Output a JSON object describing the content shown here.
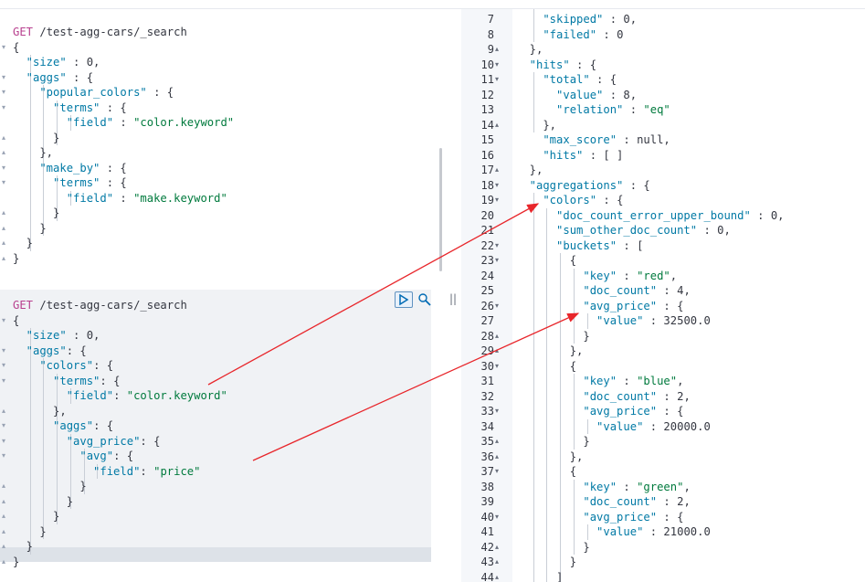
{
  "colors": {
    "key": "#0079a5",
    "string": "#007a3d",
    "method": "#b8418f",
    "punct": "#343741",
    "arrow": "#e8262b",
    "highlight": "#f0f2f5"
  },
  "icons": {
    "run": "play-icon",
    "settings": "wrench-icon",
    "divider": "resize-handle-icon"
  },
  "divider_label": "||",
  "editor": {
    "requests": [
      {
        "lines": [
          [
            [
              "m",
              "GET"
            ],
            [
              "p",
              " /test-agg-cars/_search"
            ]
          ],
          [
            [
              "p",
              "{"
            ]
          ],
          [
            [
              "k",
              "  \"size\""
            ],
            [
              "p",
              " : 0,"
            ]
          ],
          [
            [
              "k",
              "  \"aggs\""
            ],
            [
              "p",
              " : {"
            ]
          ],
          [
            [
              "k",
              "    \"popular_colors\""
            ],
            [
              "p",
              " : {"
            ]
          ],
          [
            [
              "k",
              "      \"terms\""
            ],
            [
              "p",
              " : {"
            ]
          ],
          [
            [
              "k",
              "        \"field\""
            ],
            [
              "p",
              " : "
            ],
            [
              "s",
              "\"color.keyword\""
            ]
          ],
          [
            [
              "p",
              "      }"
            ]
          ],
          [
            [
              "p",
              "    },"
            ]
          ],
          [
            [
              "k",
              "    \"make_by\""
            ],
            [
              "p",
              " : {"
            ]
          ],
          [
            [
              "k",
              "      \"terms\""
            ],
            [
              "p",
              " : {"
            ]
          ],
          [
            [
              "k",
              "        \"field\""
            ],
            [
              "p",
              " : "
            ],
            [
              "s",
              "\"make.keyword\""
            ]
          ],
          [
            [
              "p",
              "      }"
            ]
          ],
          [
            [
              "p",
              "    }"
            ]
          ],
          [
            [
              "p",
              "  }"
            ]
          ],
          [
            [
              "p",
              "}"
            ]
          ]
        ],
        "folds": [
          "",
          "▾",
          "",
          "▾",
          "▾",
          "▾",
          "",
          "▴",
          "▴",
          "▾",
          "▾",
          "",
          "▴",
          "▴",
          "▴",
          "▴"
        ]
      },
      {
        "lines": [
          [
            [
              "m",
              "GET"
            ],
            [
              "p",
              " /test-agg-cars/_search"
            ]
          ],
          [
            [
              "p",
              "{"
            ]
          ],
          [
            [
              "k",
              "  \"size\""
            ],
            [
              "p",
              " : 0,"
            ]
          ],
          [
            [
              "k",
              "  \"aggs\""
            ],
            [
              "p",
              ": {"
            ]
          ],
          [
            [
              "k",
              "    \"colors\""
            ],
            [
              "p",
              ": {"
            ]
          ],
          [
            [
              "k",
              "      \"terms\""
            ],
            [
              "p",
              ": {"
            ]
          ],
          [
            [
              "k",
              "        \"field\""
            ],
            [
              "p",
              ": "
            ],
            [
              "s",
              "\"color.keyword\""
            ]
          ],
          [
            [
              "p",
              "      },"
            ]
          ],
          [
            [
              "k",
              "      \"aggs\""
            ],
            [
              "p",
              ": {"
            ]
          ],
          [
            [
              "k",
              "        \"avg_price\""
            ],
            [
              "p",
              ": {"
            ]
          ],
          [
            [
              "k",
              "          \"avg\""
            ],
            [
              "p",
              ": {"
            ]
          ],
          [
            [
              "k",
              "            \"field\""
            ],
            [
              "p",
              ": "
            ],
            [
              "s",
              "\"price\""
            ]
          ],
          [
            [
              "p",
              "          }"
            ]
          ],
          [
            [
              "p",
              "        }"
            ]
          ],
          [
            [
              "p",
              "      }"
            ]
          ],
          [
            [
              "p",
              "    }"
            ]
          ],
          [
            [
              "p",
              "  }"
            ]
          ],
          [
            [
              "p",
              "}"
            ]
          ]
        ],
        "folds": [
          "",
          "▾",
          "",
          "▾",
          "▾",
          "▾",
          "",
          "▴",
          "▾",
          "▾",
          "▾",
          "",
          "▴",
          "▴",
          "▴",
          "▴",
          "▴",
          "▴"
        ]
      }
    ]
  },
  "response": {
    "lines": [
      {
        "n": "7",
        "f": "",
        "t": [
          [
            "k",
            "    \"skipped\""
          ],
          [
            "p",
            " : 0,"
          ]
        ]
      },
      {
        "n": "8",
        "f": "",
        "t": [
          [
            "k",
            "    \"failed\""
          ],
          [
            "p",
            " : 0"
          ]
        ]
      },
      {
        "n": "9",
        "f": "▴",
        "t": [
          [
            "p",
            "  },"
          ]
        ]
      },
      {
        "n": "10",
        "f": "▾",
        "t": [
          [
            "k",
            "  \"hits\""
          ],
          [
            "p",
            " : {"
          ]
        ]
      },
      {
        "n": "11",
        "f": "▾",
        "t": [
          [
            "k",
            "    \"total\""
          ],
          [
            "p",
            " : {"
          ]
        ]
      },
      {
        "n": "12",
        "f": "",
        "t": [
          [
            "k",
            "      \"value\""
          ],
          [
            "p",
            " : 8,"
          ]
        ]
      },
      {
        "n": "13",
        "f": "",
        "t": [
          [
            "k",
            "      \"relation\""
          ],
          [
            "p",
            " : "
          ],
          [
            "s",
            "\"eq\""
          ]
        ]
      },
      {
        "n": "14",
        "f": "▴",
        "t": [
          [
            "p",
            "    },"
          ]
        ]
      },
      {
        "n": "15",
        "f": "",
        "t": [
          [
            "k",
            "    \"max_score\""
          ],
          [
            "p",
            " : null,"
          ]
        ]
      },
      {
        "n": "16",
        "f": "",
        "t": [
          [
            "k",
            "    \"hits\""
          ],
          [
            "p",
            " : [ ]"
          ]
        ]
      },
      {
        "n": "17",
        "f": "▴",
        "t": [
          [
            "p",
            "  },"
          ]
        ]
      },
      {
        "n": "18",
        "f": "▾",
        "t": [
          [
            "k",
            "  \"aggregations\""
          ],
          [
            "p",
            " : {"
          ]
        ]
      },
      {
        "n": "19",
        "f": "▾",
        "t": [
          [
            "k",
            "    \"colors\""
          ],
          [
            "p",
            " : {"
          ]
        ]
      },
      {
        "n": "20",
        "f": "",
        "t": [
          [
            "k",
            "      \"doc_count_error_upper_bound\""
          ],
          [
            "p",
            " : 0,"
          ]
        ]
      },
      {
        "n": "21",
        "f": "",
        "t": [
          [
            "k",
            "      \"sum_other_doc_count\""
          ],
          [
            "p",
            " : 0,"
          ]
        ]
      },
      {
        "n": "22",
        "f": "▾",
        "t": [
          [
            "k",
            "      \"buckets\""
          ],
          [
            "p",
            " : ["
          ]
        ]
      },
      {
        "n": "23",
        "f": "▾",
        "t": [
          [
            "p",
            "        {"
          ]
        ]
      },
      {
        "n": "24",
        "f": "",
        "t": [
          [
            "k",
            "          \"key\""
          ],
          [
            "p",
            " : "
          ],
          [
            "s",
            "\"red\""
          ],
          [
            "p",
            ","
          ]
        ]
      },
      {
        "n": "25",
        "f": "",
        "t": [
          [
            "k",
            "          \"doc_count\""
          ],
          [
            "p",
            " : 4,"
          ]
        ]
      },
      {
        "n": "26",
        "f": "▾",
        "t": [
          [
            "k",
            "          \"avg_price\""
          ],
          [
            "p",
            " : {"
          ]
        ]
      },
      {
        "n": "27",
        "f": "",
        "t": [
          [
            "k",
            "            \"value\""
          ],
          [
            "p",
            " : 32500.0"
          ]
        ]
      },
      {
        "n": "28",
        "f": "▴",
        "t": [
          [
            "p",
            "          }"
          ]
        ]
      },
      {
        "n": "29",
        "f": "▴",
        "t": [
          [
            "p",
            "        },"
          ]
        ]
      },
      {
        "n": "30",
        "f": "▾",
        "t": [
          [
            "p",
            "        {"
          ]
        ]
      },
      {
        "n": "31",
        "f": "",
        "t": [
          [
            "k",
            "          \"key\""
          ],
          [
            "p",
            " : "
          ],
          [
            "s",
            "\"blue\""
          ],
          [
            "p",
            ","
          ]
        ]
      },
      {
        "n": "32",
        "f": "",
        "t": [
          [
            "k",
            "          \"doc_count\""
          ],
          [
            "p",
            " : 2,"
          ]
        ]
      },
      {
        "n": "33",
        "f": "▾",
        "t": [
          [
            "k",
            "          \"avg_price\""
          ],
          [
            "p",
            " : {"
          ]
        ]
      },
      {
        "n": "34",
        "f": "",
        "t": [
          [
            "k",
            "            \"value\""
          ],
          [
            "p",
            " : 20000.0"
          ]
        ]
      },
      {
        "n": "35",
        "f": "▴",
        "t": [
          [
            "p",
            "          }"
          ]
        ]
      },
      {
        "n": "36",
        "f": "▴",
        "t": [
          [
            "p",
            "        },"
          ]
        ]
      },
      {
        "n": "37",
        "f": "▾",
        "t": [
          [
            "p",
            "        {"
          ]
        ]
      },
      {
        "n": "38",
        "f": "",
        "t": [
          [
            "k",
            "          \"key\""
          ],
          [
            "p",
            " : "
          ],
          [
            "s",
            "\"green\""
          ],
          [
            "p",
            ","
          ]
        ]
      },
      {
        "n": "39",
        "f": "",
        "t": [
          [
            "k",
            "          \"doc_count\""
          ],
          [
            "p",
            " : 2,"
          ]
        ]
      },
      {
        "n": "40",
        "f": "▾",
        "t": [
          [
            "k",
            "          \"avg_price\""
          ],
          [
            "p",
            " : {"
          ]
        ]
      },
      {
        "n": "41",
        "f": "",
        "t": [
          [
            "k",
            "            \"value\""
          ],
          [
            "p",
            " : 21000.0"
          ]
        ]
      },
      {
        "n": "42",
        "f": "▴",
        "t": [
          [
            "p",
            "          }"
          ]
        ]
      },
      {
        "n": "43",
        "f": "▴",
        "t": [
          [
            "p",
            "        }"
          ]
        ]
      },
      {
        "n": "44",
        "f": "▴",
        "t": [
          [
            "p",
            "      ]"
          ]
        ]
      }
    ]
  }
}
